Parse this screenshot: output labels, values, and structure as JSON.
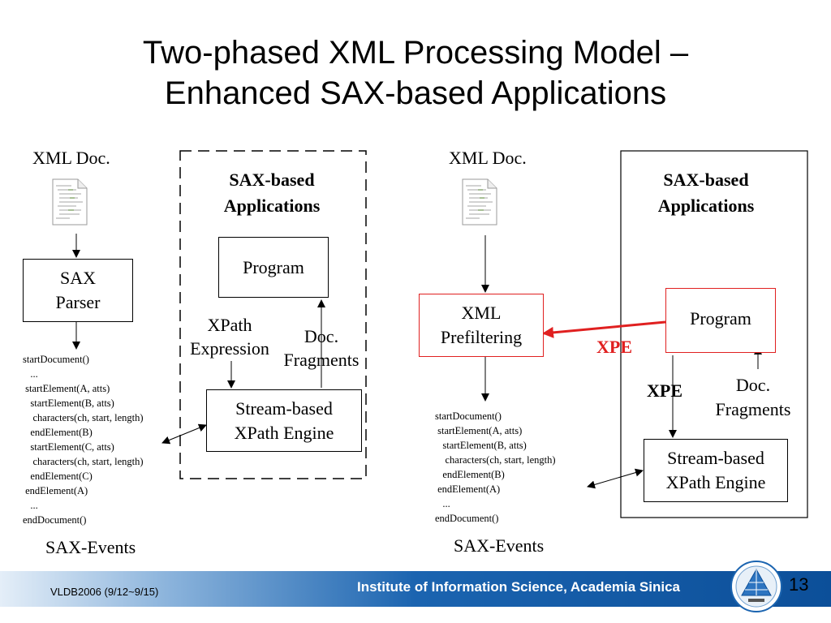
{
  "title": {
    "line1": "Two-phased XML Processing Model –",
    "line2": "Enhanced SAX-based Applications"
  },
  "left": {
    "xml_doc_label": "XML Doc.",
    "parser_line1": "SAX",
    "parser_line2": "Parser",
    "group_title_line1": "SAX-based",
    "group_title_line2": "Applications",
    "program_label": "Program",
    "xpath_line1": "XPath",
    "xpath_line2": "Expression",
    "fragments_line1": "Doc.",
    "fragments_line2": "Fragments",
    "engine_line1": "Stream-based",
    "engine_line2": "XPath Engine",
    "events": [
      "startDocument()",
      "   ...",
      " startElement(A, atts)",
      "   startElement(B, atts)",
      "    characters(ch, start, length)",
      "   endElement(B)",
      "   startElement(C, atts)",
      "    characters(ch, start, length)",
      "   endElement(C)",
      " endElement(A)",
      "   ...",
      "endDocument()"
    ],
    "events_label": "SAX-Events"
  },
  "right": {
    "xml_doc_label": "XML Doc.",
    "prefilter_line1": "XML",
    "prefilter_line2": "Prefiltering",
    "group_title_line1": "SAX-based",
    "group_title_line2": "Applications",
    "program_label": "Program",
    "xpe_red": "XPE",
    "xpe_black": "XPE",
    "fragments_line1": "Doc.",
    "fragments_line2": "Fragments",
    "engine_line1": "Stream-based",
    "engine_line2": "XPath Engine",
    "events": [
      "startDocument()",
      " startElement(A, atts)",
      "   startElement(B, atts)",
      "    characters(ch, start, length)",
      "   endElement(B)",
      " endElement(A)",
      "   ...",
      "endDocument()"
    ],
    "events_label": "SAX-Events"
  },
  "footer": {
    "conference": "VLDB2006 (9/12~9/15)",
    "institute": "Institute of Information Science, Academia Sinica",
    "page_number": "13"
  },
  "colors": {
    "accent_red": "#e02020",
    "footer_blue": "#1b64b0"
  }
}
